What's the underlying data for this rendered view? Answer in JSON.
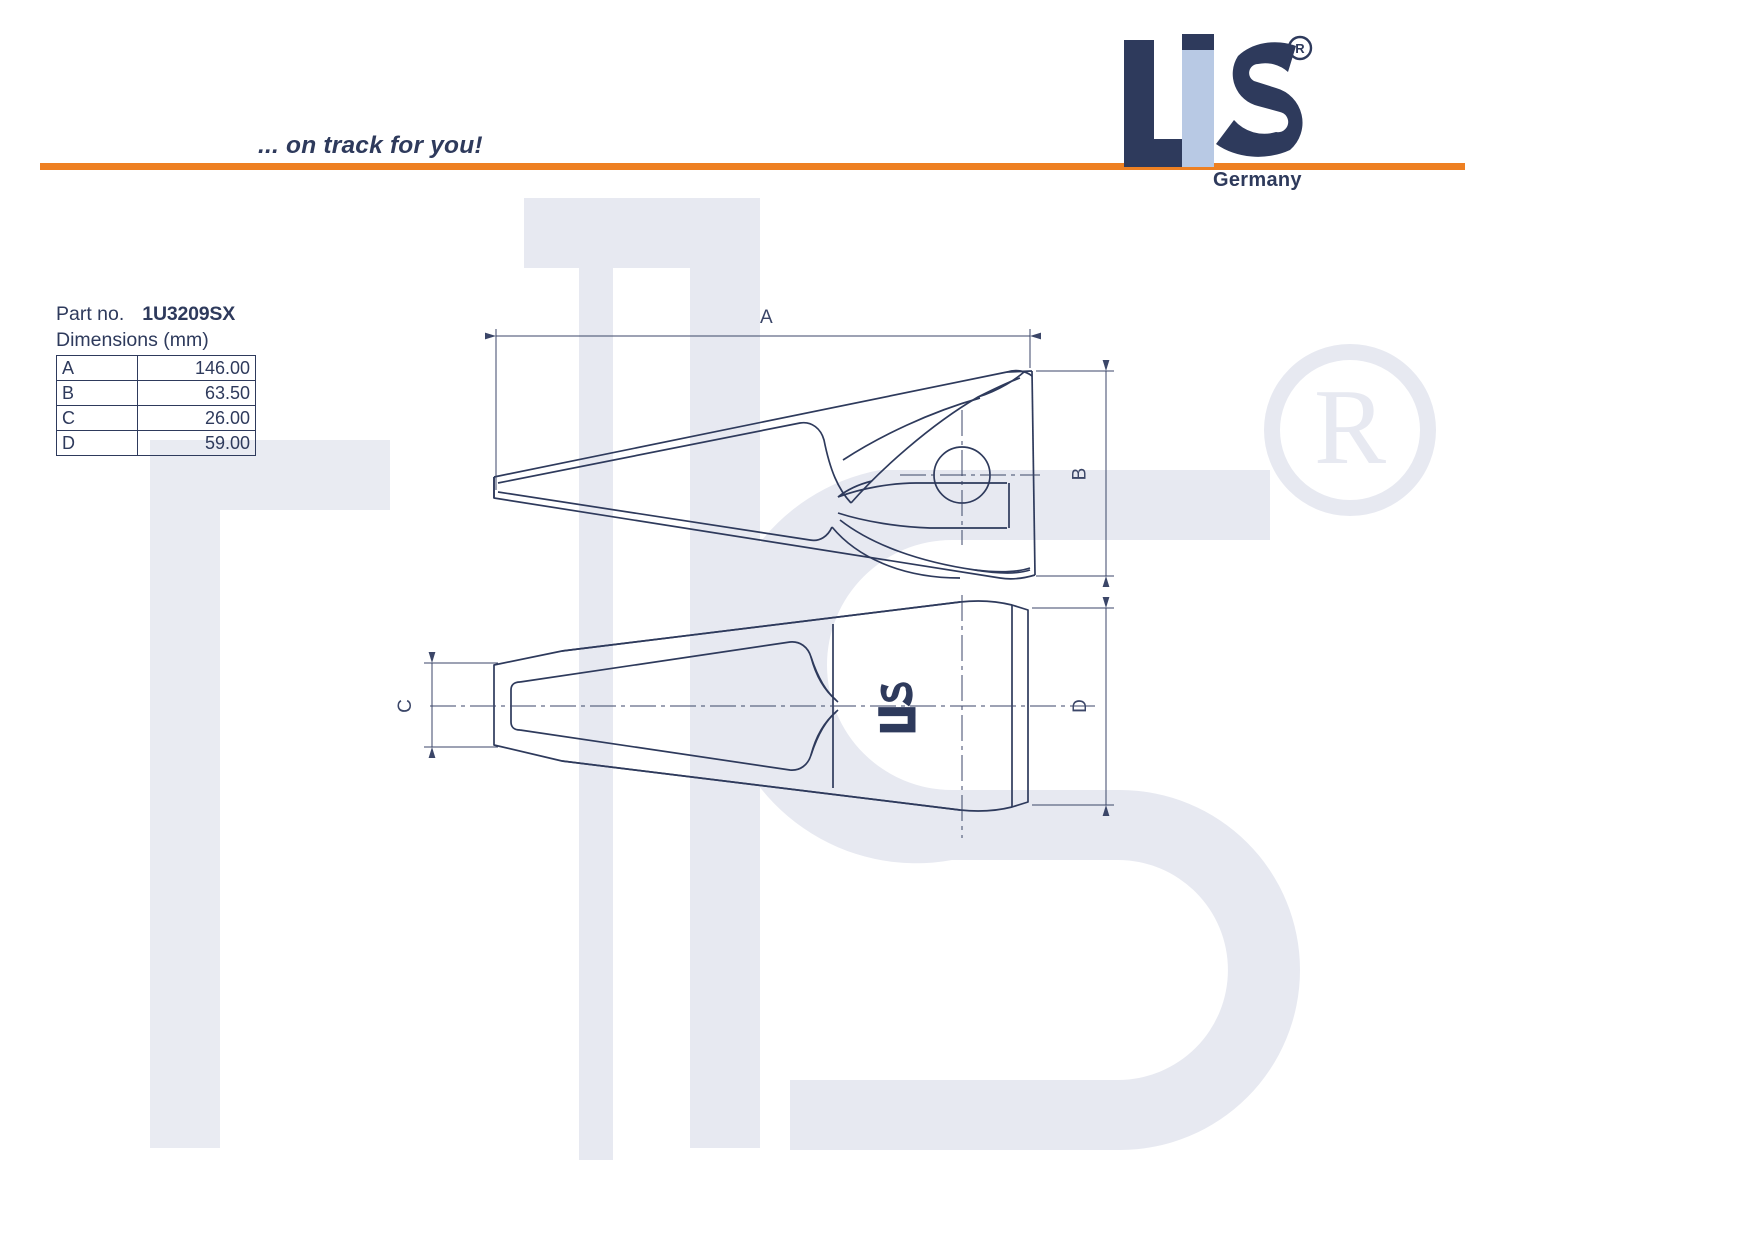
{
  "header": {
    "tagline": "... on track for you!",
    "logo_text": "LIS",
    "logo_registered": "®",
    "logo_country": "Germany",
    "rule_color": "#ee8022",
    "brand_color": "#2e3a5c"
  },
  "part": {
    "label": "Part no.",
    "number": "1U3209SX",
    "dimensions_caption": "Dimensions (mm)",
    "table": {
      "rows": [
        {
          "key": "A",
          "value": "146.00"
        },
        {
          "key": "B",
          "value": "63.50"
        },
        {
          "key": "C",
          "value": "26.00"
        },
        {
          "key": "D",
          "value": "59.00"
        }
      ]
    }
  },
  "drawing": {
    "title": "Excavator tooth technical drawing",
    "views": [
      {
        "name": "side-view",
        "dimension_labels": [
          "A",
          "B"
        ]
      },
      {
        "name": "plan-view",
        "dimension_labels": [
          "C",
          "D"
        ]
      }
    ],
    "dimension_labels": {
      "a": "A",
      "b": "B",
      "c": "C",
      "d": "D"
    },
    "stamp_text": "LIS",
    "line_color": "#2e3a5c",
    "dim_line_color": "#5b6race"
  },
  "watermark": {
    "text": "LIS",
    "registered": "®",
    "color": "#e6e8f0"
  }
}
